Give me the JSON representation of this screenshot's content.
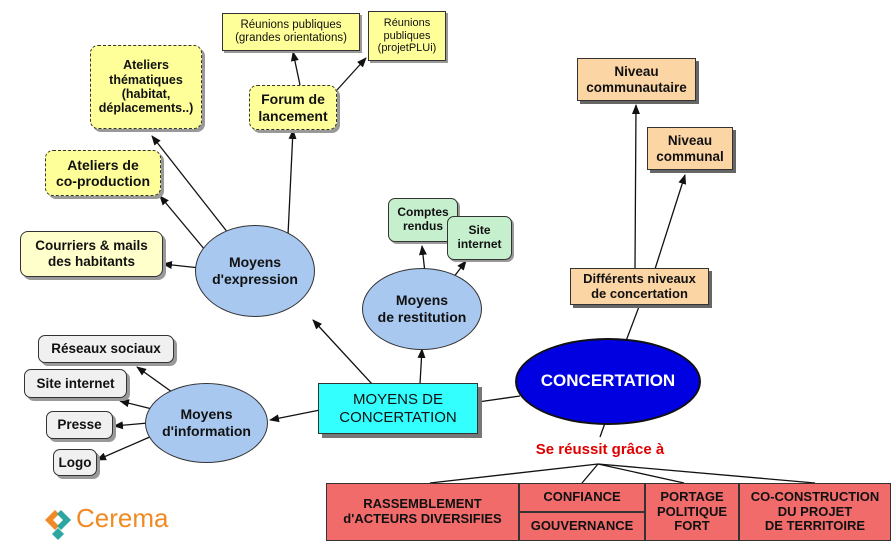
{
  "nodes": {
    "reunions_grandes": "Réunions publiques\n(grandes orientations)",
    "reunions_plui": "Réunions\npubliques\n(projetPLUi)",
    "ateliers_thematiques": "Ateliers\nthématiques\n(habitat,\ndéplacements..)",
    "forum": "Forum de\nlancement",
    "ateliers_coproduction": "Ateliers de\nco-production",
    "courriers": "Courriers & mails\ndes habitants",
    "moyens_expression": "Moyens\nd'expression",
    "comptes_rendus": "Comptes\nrendus",
    "site_internet_green": "Site\ninternet",
    "moyens_restitution": "Moyens\nde restitution",
    "niveau_communautaire": "Niveau\ncommunautaire",
    "niveau_communal": "Niveau\ncommunal",
    "differents_niveaux": "Différents niveaux\nde concertation",
    "reseaux_sociaux": "Réseaux sociaux",
    "site_internet": "Site internet",
    "presse": "Presse",
    "logo": "Logo",
    "moyens_information": "Moyens\nd'information",
    "moyens_concertation": "MOYENS DE\nCONCERTATION",
    "concertation": "CONCERTATION",
    "se_reussit": "Se réussit grâce à",
    "rassemblement": "RASSEMBLEMENT\nd'ACTEURS DIVERSIFIES",
    "confiance": "CONFIANCE",
    "gouvernance": "GOUVERNANCE",
    "portage": "PORTAGE\nPOLITIQUE\nFORT",
    "coconstruction": "CO-CONSTRUCTION\nDU PROJET\nDE TERRITOIRE"
  },
  "logo_text": "Cerema",
  "colors": {
    "concertation_fill": "#0000e0",
    "moyens_concertation_fill": "#33ffff",
    "ellipse_fill": "#a8c8f0",
    "red_box": "#f26b6b",
    "se_reussit_text": "#e00000",
    "cerema_orange": "#f08a24",
    "cerema_teal": "#2ba6a0"
  }
}
